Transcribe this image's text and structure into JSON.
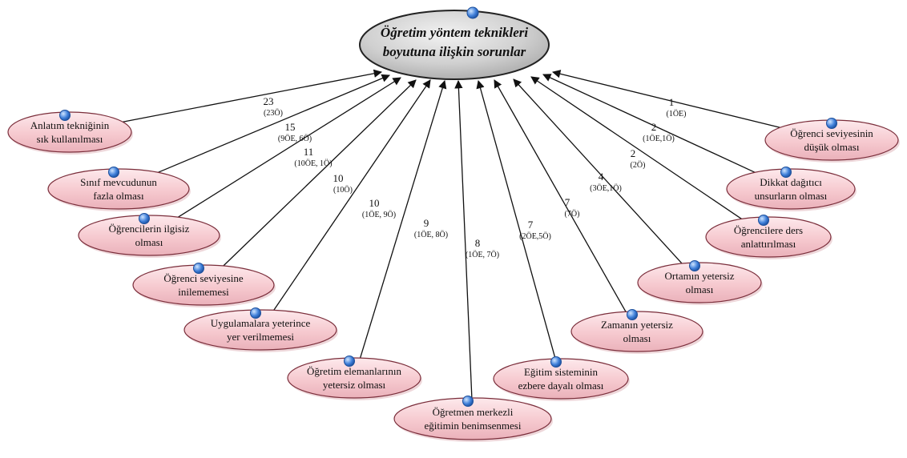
{
  "center": {
    "lines": [
      "Öğretim yöntem teknikleri",
      "boyutuna ilişkin sorunlar"
    ]
  },
  "colors": {
    "node_fill": "#f6c9cf",
    "node_stroke": "#7a2d3a",
    "center_fill": "#c8c8c8",
    "center_stroke": "#222222",
    "edge": "#111111",
    "marker": "#3f7fd9"
  },
  "nodes": [
    {
      "id": "anlatim",
      "lines": [
        "Anlatım tekniğinin",
        "sık kullanılması"
      ],
      "count": "23",
      "detail": "(23Ö)"
    },
    {
      "id": "sinif",
      "lines": [
        "Sınıf mevcudunun",
        "fazla olması"
      ],
      "count": "15",
      "detail": "(9ÖE, 6Ö)"
    },
    {
      "id": "ilgisiz",
      "lines": [
        "Öğrencilerin ilgisiz",
        "olması"
      ],
      "count": "11",
      "detail": "(10ÖE, 1Ö)"
    },
    {
      "id": "seviye-inilememesi",
      "lines": [
        "Öğrenci seviyesine",
        "inilememesi"
      ],
      "count": "10",
      "detail": "(10Ö)"
    },
    {
      "id": "uygulama",
      "lines": [
        "Uygulamalara yeterince",
        "yer verilmemesi"
      ],
      "count": "10",
      "detail": "(1ÖE, 9Ö)"
    },
    {
      "id": "elemanlar",
      "lines": [
        "Öğretim elemanlarının",
        "yetersiz olması"
      ],
      "count": "9",
      "detail": "(1ÖE, 8Ö)"
    },
    {
      "id": "ogretmen-merkezli",
      "lines": [
        "Öğretmen merkezli",
        "eğitimin benimsenmesi"
      ],
      "count": "8",
      "detail": "(1ÖE, 7Ö)"
    },
    {
      "id": "ezber",
      "lines": [
        "Eğitim sisteminin",
        "ezbere dayalı olması"
      ],
      "count": "7",
      "detail": "(2ÖE,5Ö)"
    },
    {
      "id": "zaman",
      "lines": [
        "Zamanın yetersiz",
        "olması"
      ],
      "count": "7",
      "detail": "(7Ö)"
    },
    {
      "id": "ortam",
      "lines": [
        "Ortamın yetersiz",
        "olması"
      ],
      "count": "4",
      "detail": "(3ÖE,1Ö)"
    },
    {
      "id": "ders-anlattirilmasi",
      "lines": [
        "Öğrencilere ders",
        "anlattırılması"
      ],
      "count": "2",
      "detail": "(2Ö)"
    },
    {
      "id": "dikkat",
      "lines": [
        "Dikkat dağıtıcı",
        "unsurların olması"
      ],
      "count": "2",
      "detail": "(1ÖE,1Ö)"
    },
    {
      "id": "seviye-dusuk",
      "lines": [
        "Öğrenci seviyesinin",
        "düşük olması"
      ],
      "count": "1",
      "detail": "(1ÖE)"
    }
  ]
}
